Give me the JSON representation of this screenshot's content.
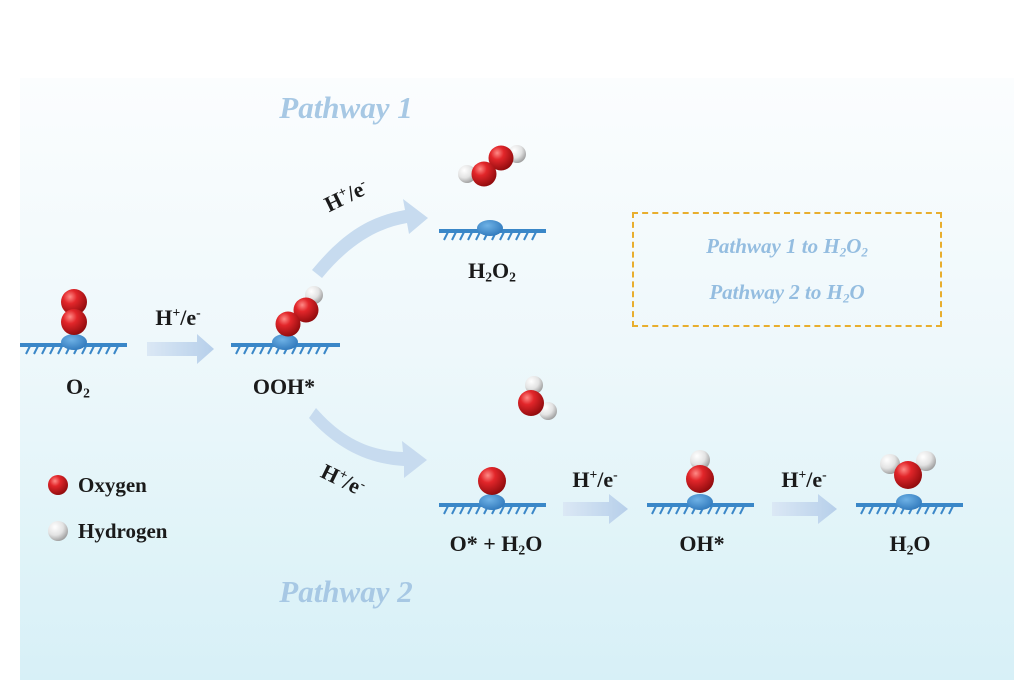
{
  "pathway1": "Pathway 1",
  "pathway2": "Pathway 2",
  "step": {
    "proton": "H",
    "plus": "+",
    "slash": "/e",
    "minus": "-"
  },
  "species": {
    "o2": {
      "main": "O",
      "sub": "2"
    },
    "ooh": "OOH*",
    "h2o2": {
      "a": "H",
      "sub1": "2",
      "b": "O",
      "sub2": "2"
    },
    "o_h2o": {
      "a": "O* + H",
      "sub": "2",
      "b": "O"
    },
    "oh": "OH*",
    "h2o": {
      "a": "H",
      "sub": "2",
      "b": "O"
    }
  },
  "summary": {
    "line1": {
      "text": "Pathway 1 to H",
      "sub1": "2",
      "mid": "O",
      "sub2": "2"
    },
    "line2": {
      "text": "Pathway 2 to H",
      "sub": "2",
      "end": "O"
    }
  },
  "key": {
    "oxygen": "Oxygen",
    "hydrogen": "Hydrogen"
  },
  "colors": {
    "oxygen": "#d41418",
    "hydrogen": "#e6e6e6",
    "surface": "#3a87c8",
    "arrow": "#bcd4ec",
    "pathway_text": "#a7c8e4",
    "dashed_border": "#e8ae2e"
  }
}
